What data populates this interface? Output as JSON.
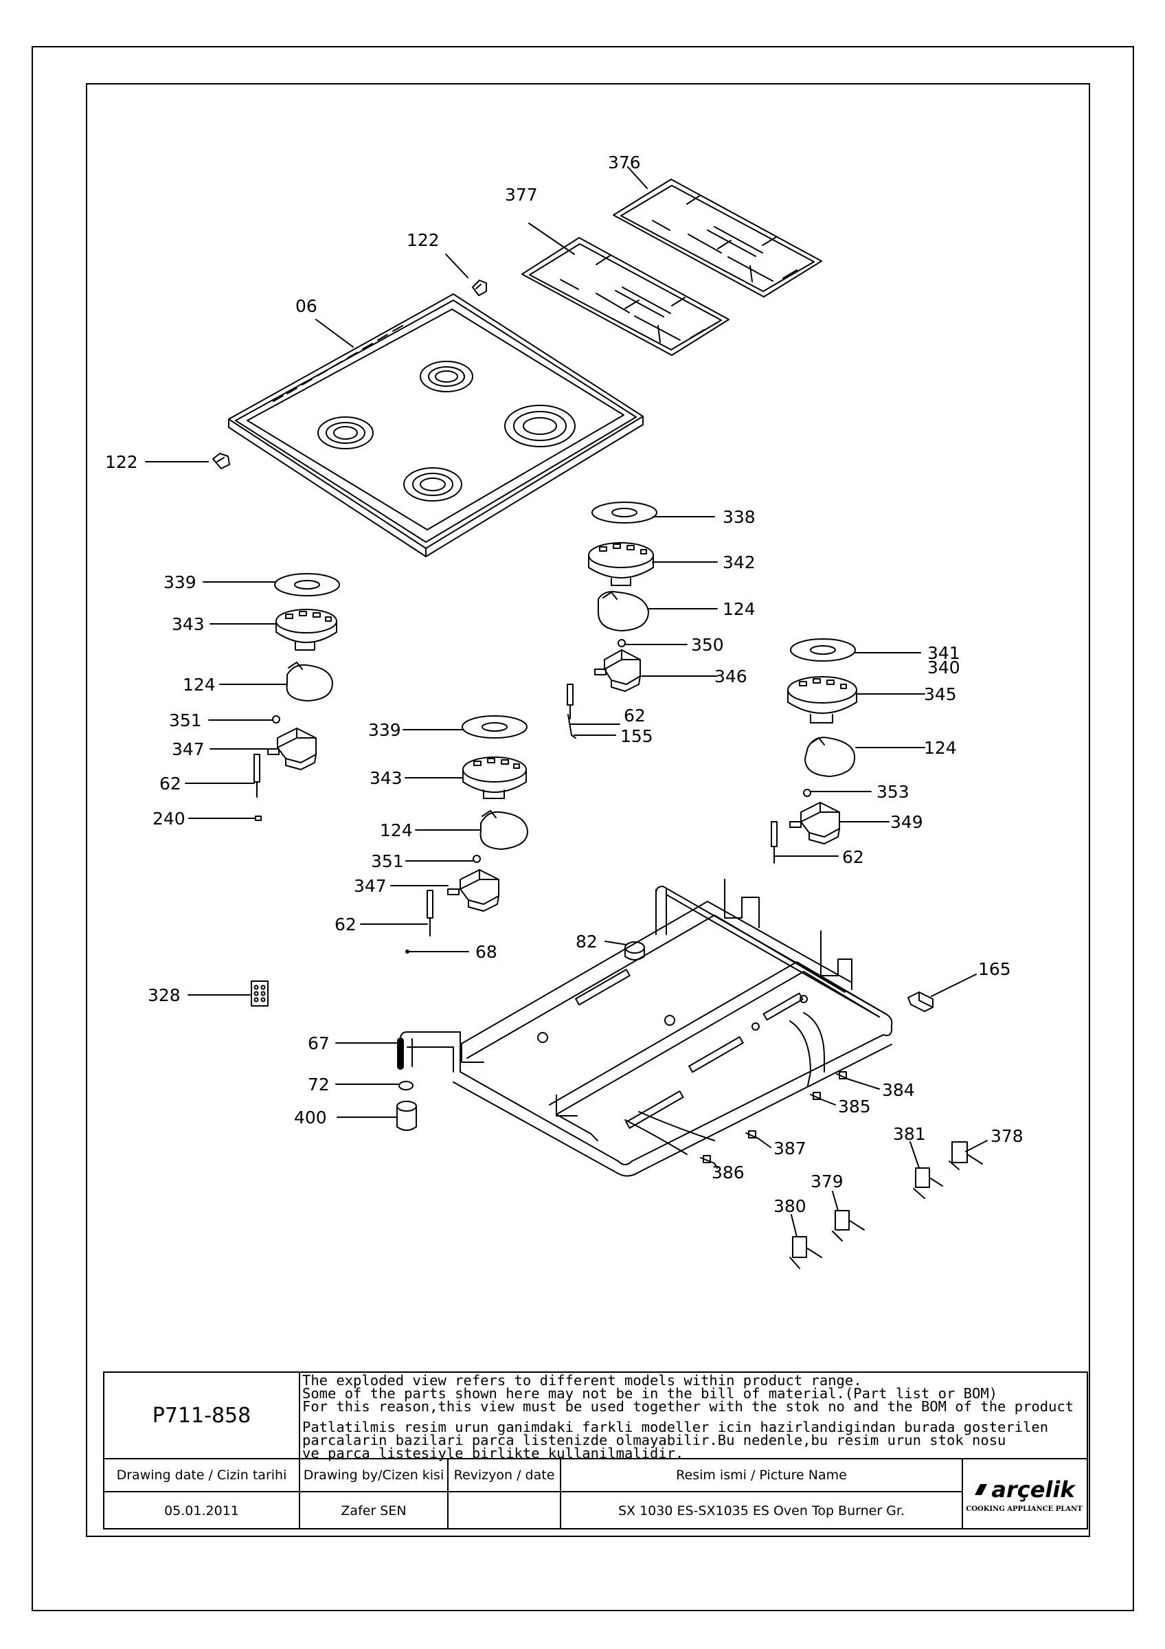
{
  "parts": {
    "p376": "376",
    "p377": "377",
    "p122a": "122",
    "p06": "06",
    "p122b": "122",
    "p338": "338",
    "p342": "342",
    "p124a": "124",
    "p350": "350",
    "p346": "346",
    "p62a": "62",
    "p155": "155",
    "p341": "341",
    "p340": "340",
    "p345": "345",
    "p124b": "124",
    "p353": "353",
    "p349": "349",
    "p62b": "62",
    "p339a": "339",
    "p343a": "343",
    "p124c": "124",
    "p351a": "351",
    "p347a": "347",
    "p62c": "62",
    "p240": "240",
    "p339b": "339",
    "p343b": "343",
    "p124d": "124",
    "p351b": "351",
    "p347b": "347",
    "p62d": "62",
    "p68": "68",
    "p82": "82",
    "p165": "165",
    "p328": "328",
    "p67": "67",
    "p72": "72",
    "p400": "400",
    "p384": "384",
    "p385": "385",
    "p387": "387",
    "p386": "386",
    "p381": "381",
    "p378": "378",
    "p379": "379",
    "p380": "380"
  },
  "title_block": {
    "drawing_no": "P711-858",
    "notes": [
      "The exploded view refers to different models within product range.",
      "Some of the parts shown here may not be in the bill of material.(Part list or BOM)",
      "For this reason,this view must be used together with the stok no and the BOM of the product",
      "Patlatilmis resim urun ganimdaki farkli modeller icin hazirlandigindan burada gosterilen",
      "parcalarin bazilari parca listenizde olmayabilir.Bu nedenle,bu resim urun stok nosu",
      "ve parca listesiyle birlikte kullanilmalidir."
    ],
    "date_label": "Drawing date / Cizin tarihi",
    "date_value": "05.01.2011",
    "by_label": "Drawing by/Cizen kisi",
    "by_value": "Zafer SEN",
    "rev_label": "Revizyon / date",
    "rev_value": "",
    "name_label": "Resim ismi / Picture Name",
    "name_value": "SX 1030 ES-SX1035 ES Oven Top Burner Gr.",
    "logo_text": "arçelik",
    "logo_sub": "COOKING APPLIANCE PLANT"
  }
}
